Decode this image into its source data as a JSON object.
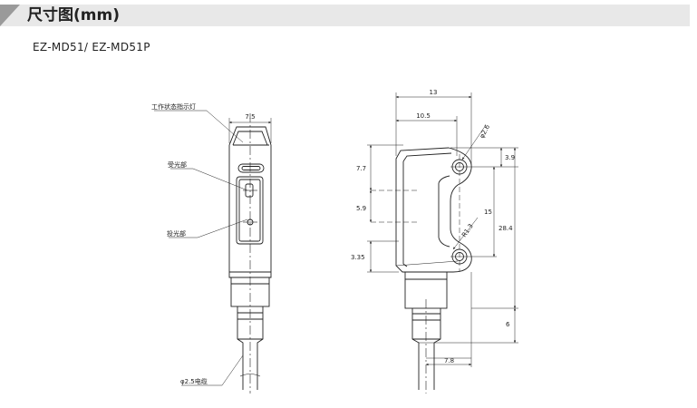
{
  "header": {
    "title": "尺寸图(mm)"
  },
  "model": "EZ-MD51/ EZ-MD51P",
  "left_view": {
    "callouts": {
      "indicator": "工作状态指示灯",
      "receiver": "受光部",
      "emitter": "投光部",
      "cable": "φ2.5电缆"
    },
    "dims": {
      "width": "7.5"
    }
  },
  "right_view": {
    "dims": {
      "total_width": "13",
      "inner_width": "10.5",
      "hole_dia": "φ2.6",
      "d7_7": "7.7",
      "d5_9": "5.9",
      "d3_35": "3.35",
      "d3_9": "3.9",
      "d15": "15",
      "d28_4": "28.4",
      "radius": "R1.3",
      "d6": "6",
      "d7_8": "7.8"
    }
  }
}
